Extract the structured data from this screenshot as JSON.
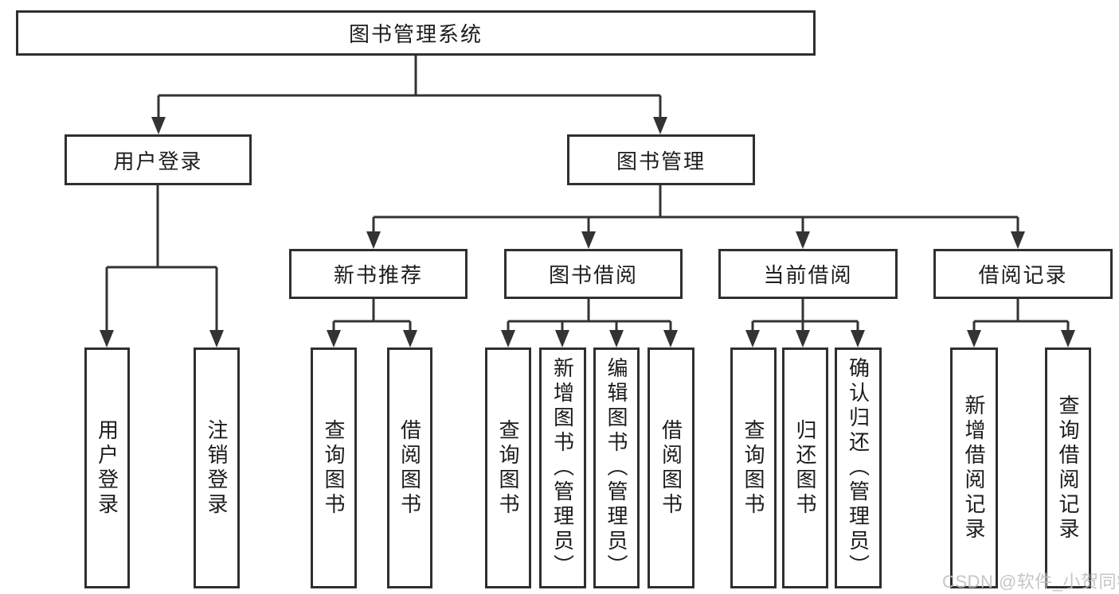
{
  "diagram": {
    "root": {
      "label": "图书管理系统"
    },
    "level2": [
      {
        "label": "用户登录"
      },
      {
        "label": "图书管理",
        "parent": "图书管理系统"
      }
    ],
    "level3": [
      {
        "label": "新书推荐",
        "parent": "图书管理"
      },
      {
        "label": "图书借阅",
        "parent": "图书管理"
      },
      {
        "label": "当前借阅",
        "parent": "图书管理"
      },
      {
        "label": "借阅记录",
        "parent": "图书管理"
      }
    ],
    "leaves": [
      {
        "label": "用户登录",
        "parent": "用户登录"
      },
      {
        "label": "注销登录",
        "parent": "用户登录"
      },
      {
        "label": "查询图书",
        "parent": "新书推荐"
      },
      {
        "label": "借阅图书",
        "parent": "新书推荐"
      },
      {
        "label": "查询图书",
        "parent": "图书借阅"
      },
      {
        "label": "新增图书（管理员）",
        "parent": "图书借阅"
      },
      {
        "label": "编辑图书（管理员）",
        "parent": "图书借阅"
      },
      {
        "label": "借阅图书",
        "parent": "图书借阅"
      },
      {
        "label": "查询图书",
        "parent": "当前借阅"
      },
      {
        "label": "归还图书",
        "parent": "当前借阅"
      },
      {
        "label": "确认归还（管理员）",
        "parent": "当前借阅"
      },
      {
        "label": "新增借阅记录",
        "parent": "借阅记录"
      },
      {
        "label": "查询借阅记录",
        "parent": "借阅记录"
      }
    ]
  },
  "watermark": {
    "text": "CSDN @软件_小贺同学"
  },
  "colors": {
    "line": "#333333",
    "box_border": "#2f2f2f",
    "text": "#1c1c1c",
    "watermark": "#c2bebe",
    "background": "#ffffff"
  }
}
